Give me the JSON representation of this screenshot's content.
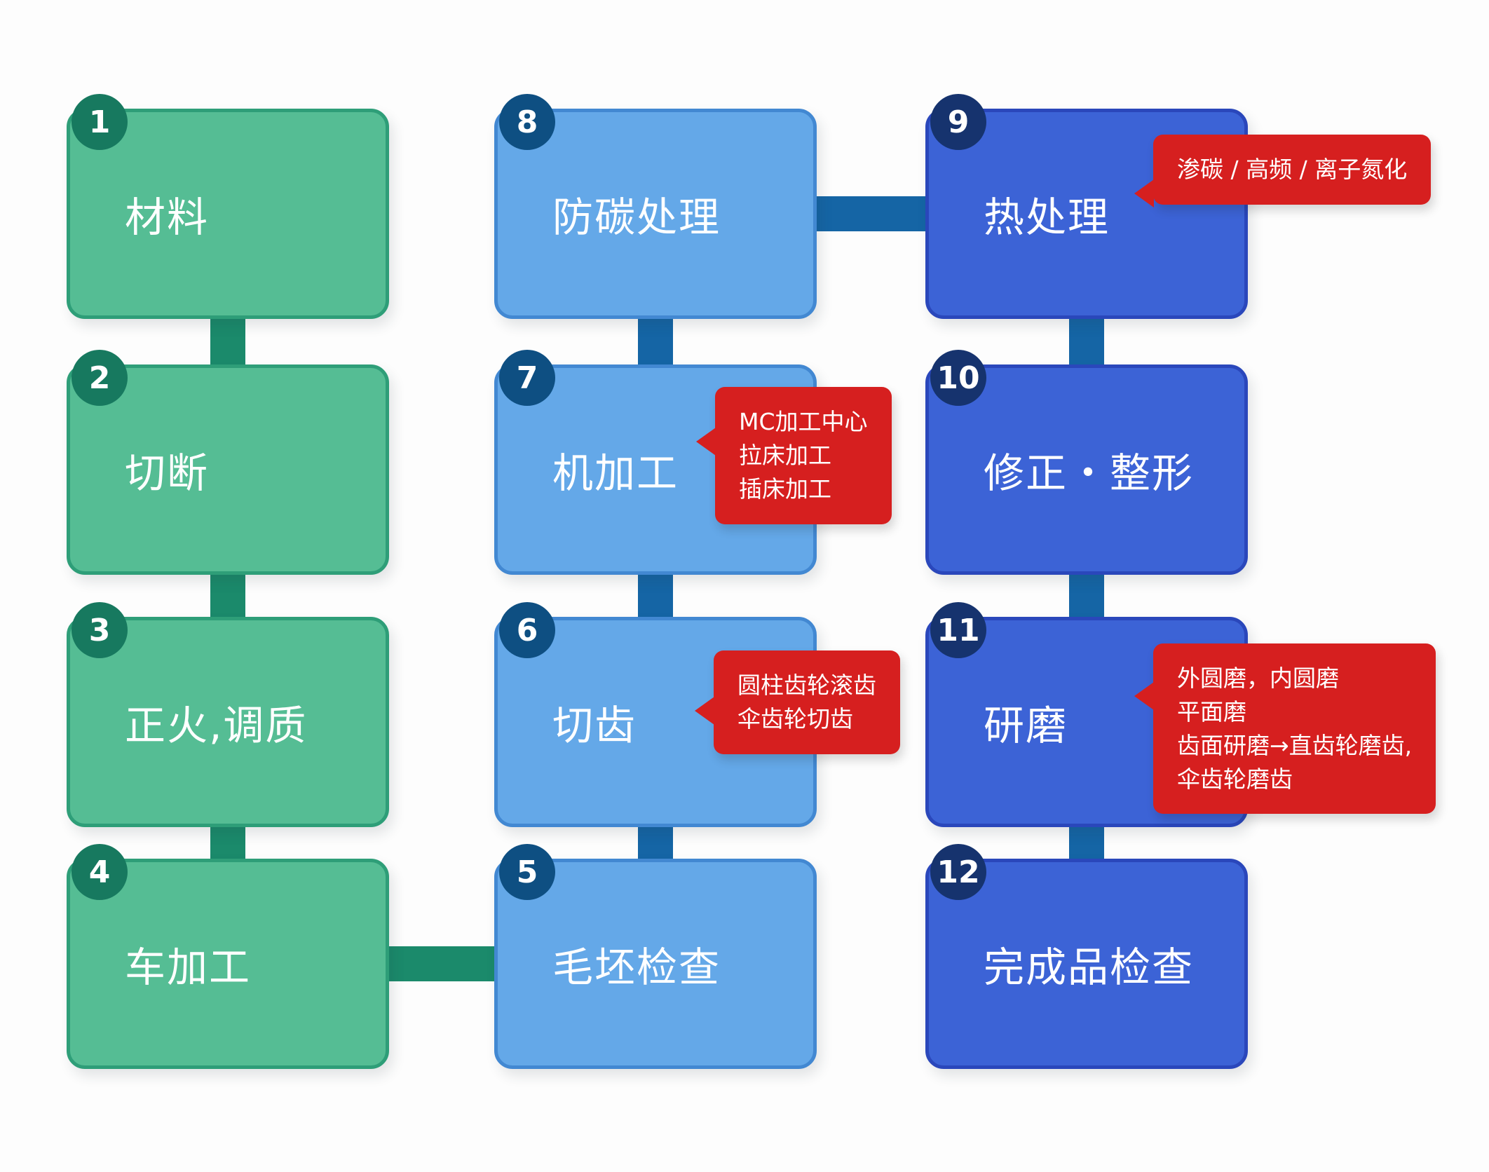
{
  "colors": {
    "green_fill": "#55bd94",
    "green_border": "#2e9e78",
    "green_badge": "#17795f",
    "green_connector": "#1b8a6b",
    "lightblue_fill": "#64a8e8",
    "lightblue_border": "#4288d2",
    "lightblue_badge": "#0e4f82",
    "darkblue_fill": "#3c63d6",
    "darkblue_border": "#2a47bb",
    "darkblue_badge": "#16336e",
    "blue_connector": "#1565a5",
    "callout_red": "#d61f1f"
  },
  "steps": [
    {
      "num": "1",
      "label": "材料"
    },
    {
      "num": "2",
      "label": "切断"
    },
    {
      "num": "3",
      "label": "正火,调质"
    },
    {
      "num": "4",
      "label": "车加工"
    },
    {
      "num": "5",
      "label": "毛坯检查"
    },
    {
      "num": "6",
      "label": "切齿"
    },
    {
      "num": "7",
      "label": "机加工"
    },
    {
      "num": "8",
      "label": "防碳处理"
    },
    {
      "num": "9",
      "label": "热处理"
    },
    {
      "num": "10",
      "label": "修正・整形"
    },
    {
      "num": "11",
      "label": "研磨"
    },
    {
      "num": "12",
      "label": "完成品检查"
    }
  ],
  "callouts": [
    {
      "step": "9",
      "lines": [
        "渗碳 / 高频 / 离子氮化"
      ]
    },
    {
      "step": "7",
      "lines": [
        "MC加工中心",
        "拉床加工",
        "插床加工"
      ]
    },
    {
      "step": "6",
      "lines": [
        "圆柱齿轮滚齿",
        "伞齿轮切齿"
      ]
    },
    {
      "step": "11",
      "lines": [
        "外圆磨，内圆磨",
        "平面磨",
        "齿面研磨→直齿轮磨齿,",
        "伞齿轮磨齿"
      ]
    }
  ]
}
